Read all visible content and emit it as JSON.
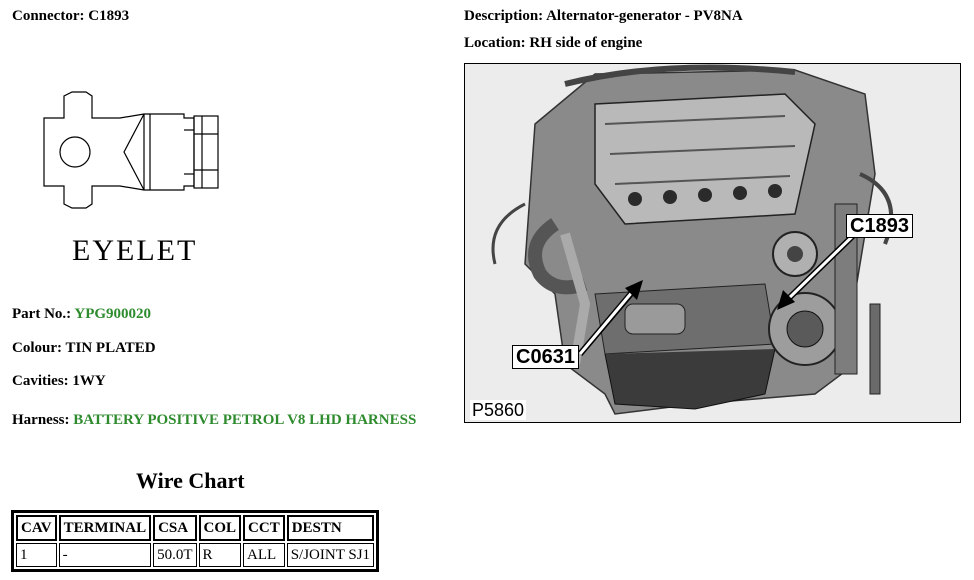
{
  "header": {
    "connector_label": "Connector:",
    "connector_value": "C1893",
    "description_label": "Description:",
    "description_value": "Alternator-generator - PV8NA",
    "location_label": "Location:",
    "location_value": "RH side of engine"
  },
  "drawing": {
    "caption": "EYELET"
  },
  "details": {
    "part_label": "Part No.:",
    "part_value": "YPG900020",
    "colour_label": "Colour:",
    "colour_value": "TIN PLATED",
    "cavities_label": "Cavities:",
    "cavities_value": "1WY",
    "harness_label": "Harness:",
    "harness_value": "BATTERY POSITIVE PETROL V8 LHD HARNESS"
  },
  "figure": {
    "callout_1": "C1893",
    "callout_2": "C0631",
    "reference": "P5860"
  },
  "wire_chart": {
    "title": "Wire Chart",
    "headers": [
      "CAV",
      "TERMINAL",
      "CSA",
      "COL",
      "CCT",
      "DESTN"
    ],
    "rows": [
      [
        "1",
        "-",
        "50.0T",
        "R",
        "ALL",
        "S/JOINT SJ1"
      ]
    ]
  },
  "colors": {
    "link_green": "#2e8b2e"
  }
}
